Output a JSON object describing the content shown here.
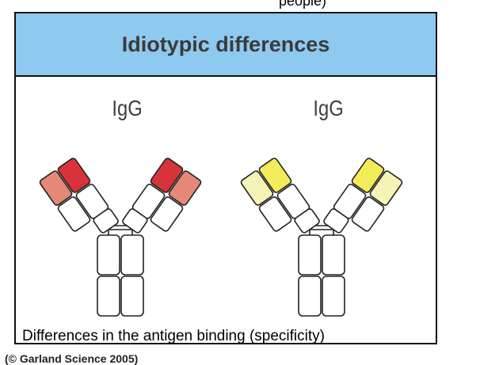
{
  "header_fragment": "people)",
  "banner": {
    "title": "Idiotypic differences",
    "background": "#8ec9ef"
  },
  "antibodies": [
    {
      "label": "IgG",
      "variable_heavy_color": "#d8333a",
      "variable_light_color": "#e58878"
    },
    {
      "label": "IgG",
      "variable_heavy_color": "#f3ec5a",
      "variable_light_color": "#f6f3b6"
    }
  ],
  "caption": "Differences in the antigen binding (specificity)",
  "credit": "(© Garland Science 2005)"
}
